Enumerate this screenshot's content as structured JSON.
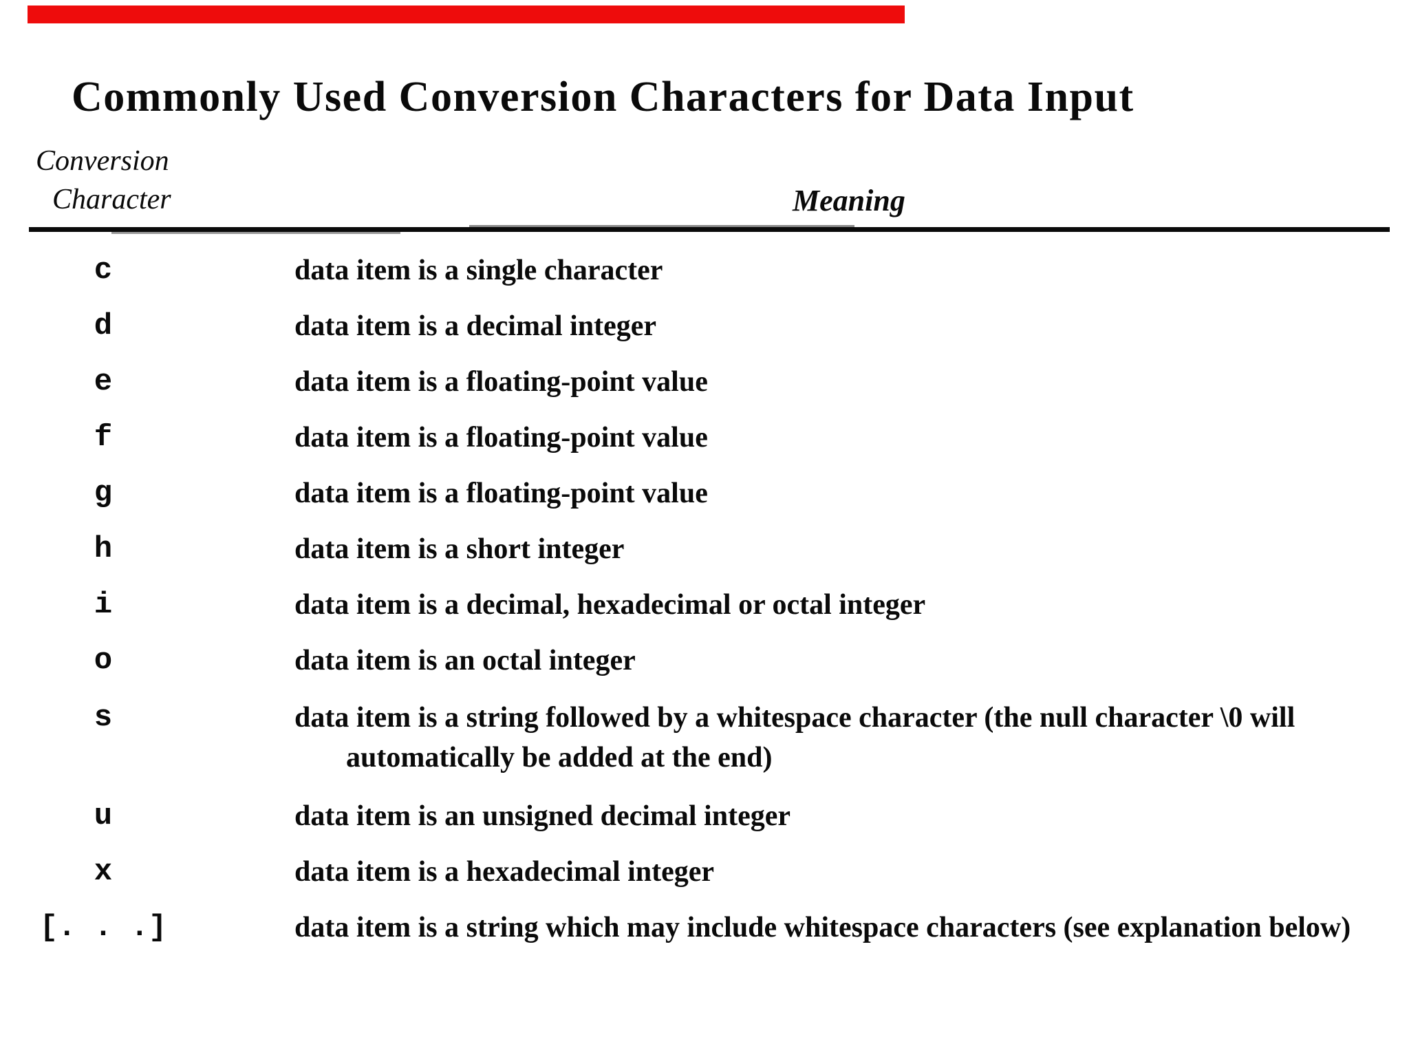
{
  "page": {
    "title": "Commonly Used Conversion Characters for Data Input",
    "top_bar_color": "#ee0c0c"
  },
  "table": {
    "header": {
      "col1_line1": "Conversion",
      "col1_line2": "Character",
      "col2": "Meaning"
    },
    "rows": [
      {
        "char": "c",
        "meaning": "data item is a single character"
      },
      {
        "char": "d",
        "meaning": "data item is a decimal integer"
      },
      {
        "char": "e",
        "meaning": "data item is a floating-point value"
      },
      {
        "char": "f",
        "meaning": "data item is a floating-point value"
      },
      {
        "char": "g",
        "meaning": "data item is a floating-point value"
      },
      {
        "char": "h",
        "meaning": "data item is a short integer"
      },
      {
        "char": "i",
        "meaning": "data item is a decimal, hexadecimal or octal integer"
      },
      {
        "char": "o",
        "meaning": "data item is an octal integer"
      },
      {
        "char": "s",
        "meaning": "data item is a string followed by a whitespace character (the null character \\0 will",
        "meaning_line2": "automatically be added at the end)"
      },
      {
        "char": "u",
        "meaning": "data item is an unsigned decimal integer"
      },
      {
        "char": "x",
        "meaning": "data item is a hexadecimal integer"
      },
      {
        "char": "[. . .]",
        "meaning": "data item is a string which may include whitespace characters (see explanation below)"
      }
    ]
  }
}
